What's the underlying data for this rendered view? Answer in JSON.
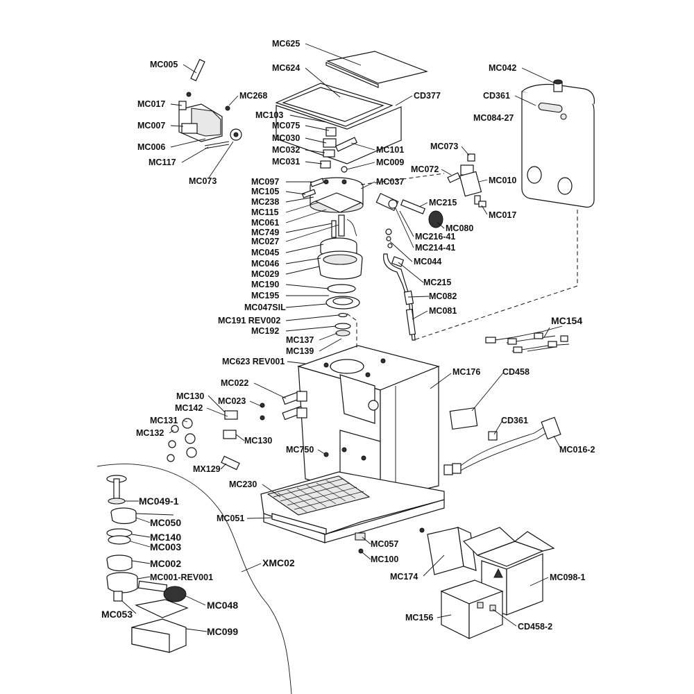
{
  "labels": {
    "MC005": "MC005",
    "MC017a": "MC017",
    "MC268": "MC268",
    "MC007": "MC007",
    "MC006": "MC006",
    "MC117": "MC117",
    "MC073a": "MC073",
    "MC625": "MC625",
    "MC624": "MC624",
    "CD377": "CD377",
    "MC103": "MC103",
    "MC075": "MC075",
    "MC030": "MC030",
    "MC032": "MC032",
    "MC031": "MC031",
    "MC101": "MC101",
    "MC009": "MC009",
    "MC097": "MC097",
    "MC105": "MC105",
    "MC238": "MC238",
    "MC115": "MC115",
    "MC061": "MC061",
    "MC749": "MC749",
    "MC027": "MC027",
    "MC045": "MC045",
    "MC046": "MC046",
    "MC029": "MC029",
    "MC190": "MC190",
    "MC195": "MC195",
    "MC047SIL": "MC047SIL",
    "MC191REV002": "MC191 REV002",
    "MC192": "MC192",
    "MC137": "MC137",
    "MC139": "MC139",
    "MC623REV001": "MC623 REV001",
    "MC037": "MC037",
    "MC073b": "MC073",
    "MC072": "MC072",
    "MC010": "MC010",
    "MC017b": "MC017",
    "MC215a": "MC215",
    "MC080": "MC080",
    "MC216_41": "MC216-41",
    "MC214_41": "MC214-41",
    "MC044": "MC044",
    "MC215b": "MC215",
    "MC082": "MC082",
    "MC081": "MC081",
    "MC042": "MC042",
    "CD361a": "CD361",
    "MC084_27": "MC084-27",
    "MC154": "MC154",
    "MC176": "MC176",
    "CD458": "CD458",
    "CD361b": "CD361",
    "MC016_2": "MC016-2",
    "MC022": "MC022",
    "MC130a": "MC130",
    "MC023": "MC023",
    "MC142": "MC142",
    "MC131": "MC131",
    "MC132": "MC132",
    "MC130b": "MC130",
    "MC750": "MC750",
    "MX129": "MX129",
    "MC230": "MC230",
    "MC051": "MC051",
    "MC057": "MC057",
    "MC100": "MC100",
    "MC049_1": "MC049-1",
    "MC050": "MC050",
    "MC140": "MC140",
    "MC003": "MC003",
    "MC002": "MC002",
    "MC001REV001": "MC001-REV001",
    "MC053": "MC053",
    "MC048": "MC048",
    "MC099": "MC099",
    "XMC02": "XMC02",
    "MC174": "MC174",
    "MC098_1": "MC098-1",
    "MC156": "MC156",
    "CD458_2": "CD458-2"
  }
}
